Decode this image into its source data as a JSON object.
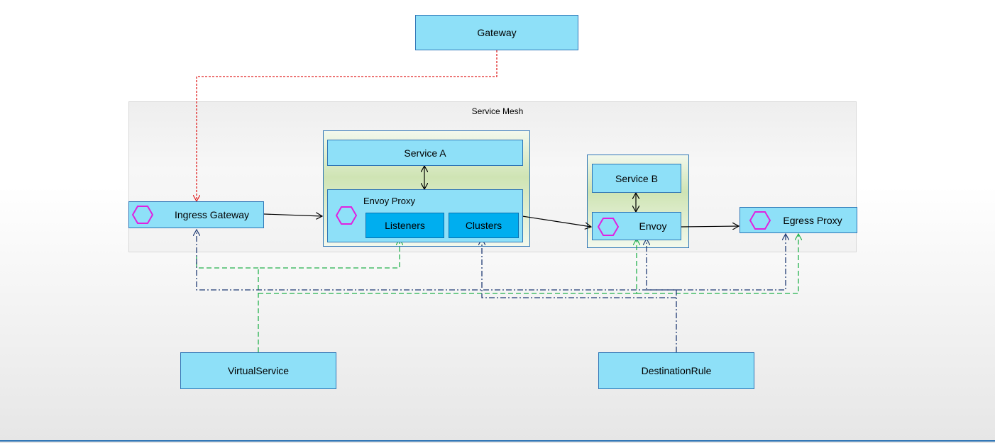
{
  "diagram": {
    "gateway": "Gateway",
    "service_mesh": "Service Mesh",
    "service_a": "Service A",
    "envoy_proxy": "Envoy Proxy",
    "listeners": "Listeners",
    "clusters": "Clusters",
    "service_b": "Service B",
    "envoy": "Envoy",
    "ingress_gateway": "Ingress Gateway",
    "egress_proxy": "Egress Proxy",
    "virtual_service": "VirtualService",
    "destination_rule": "DestinationRule"
  },
  "colors": {
    "box_fill": "#8ee0f8",
    "inner_box_fill": "#00aeef",
    "box_border": "#2e75b6",
    "gateway_link": "#e02020",
    "virtualservice_link": "#22b14c",
    "destinationrule_link": "#1f3a73",
    "hexagon": "#e020e0"
  },
  "icons": {
    "proxy": "hexagon-icon"
  }
}
